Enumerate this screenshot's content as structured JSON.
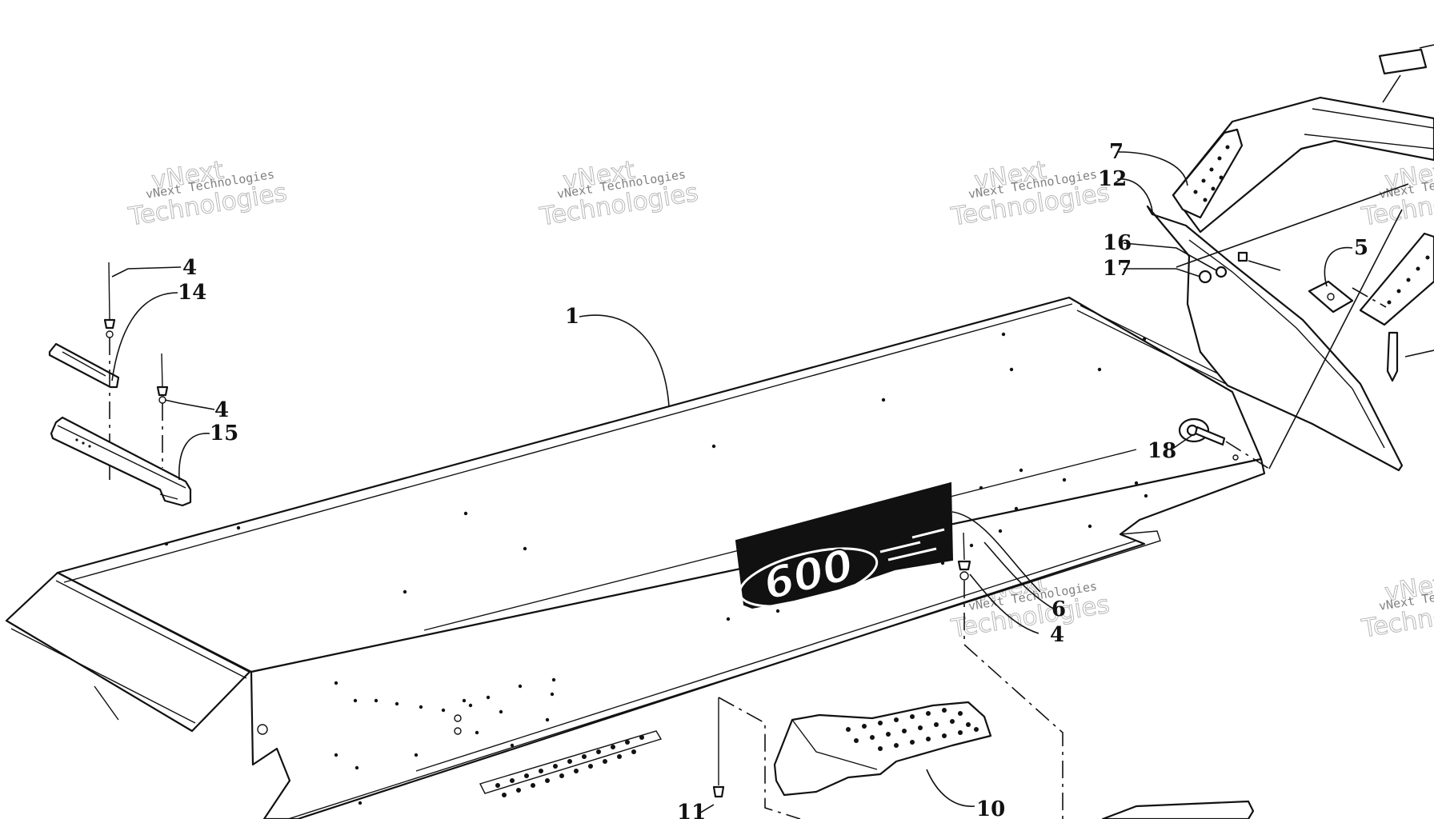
{
  "callouts": [
    {
      "id": "1",
      "label": "1"
    },
    {
      "id": "4a",
      "label": "4"
    },
    {
      "id": "4b",
      "label": "4"
    },
    {
      "id": "4c",
      "label": "4"
    },
    {
      "id": "5",
      "label": "5"
    },
    {
      "id": "6",
      "label": "6"
    },
    {
      "id": "7",
      "label": "7"
    },
    {
      "id": "10",
      "label": "10"
    },
    {
      "id": "11",
      "label": "11"
    },
    {
      "id": "12",
      "label": "12"
    },
    {
      "id": "14",
      "label": "14"
    },
    {
      "id": "15",
      "label": "15"
    },
    {
      "id": "16",
      "label": "16"
    },
    {
      "id": "17",
      "label": "17"
    },
    {
      "id": "18",
      "label": "18"
    }
  ],
  "logo": {
    "text": "600"
  },
  "watermark": {
    "line1": "vNext Technologies",
    "line2": "Technologies",
    "line2_prefix": "vNext"
  }
}
